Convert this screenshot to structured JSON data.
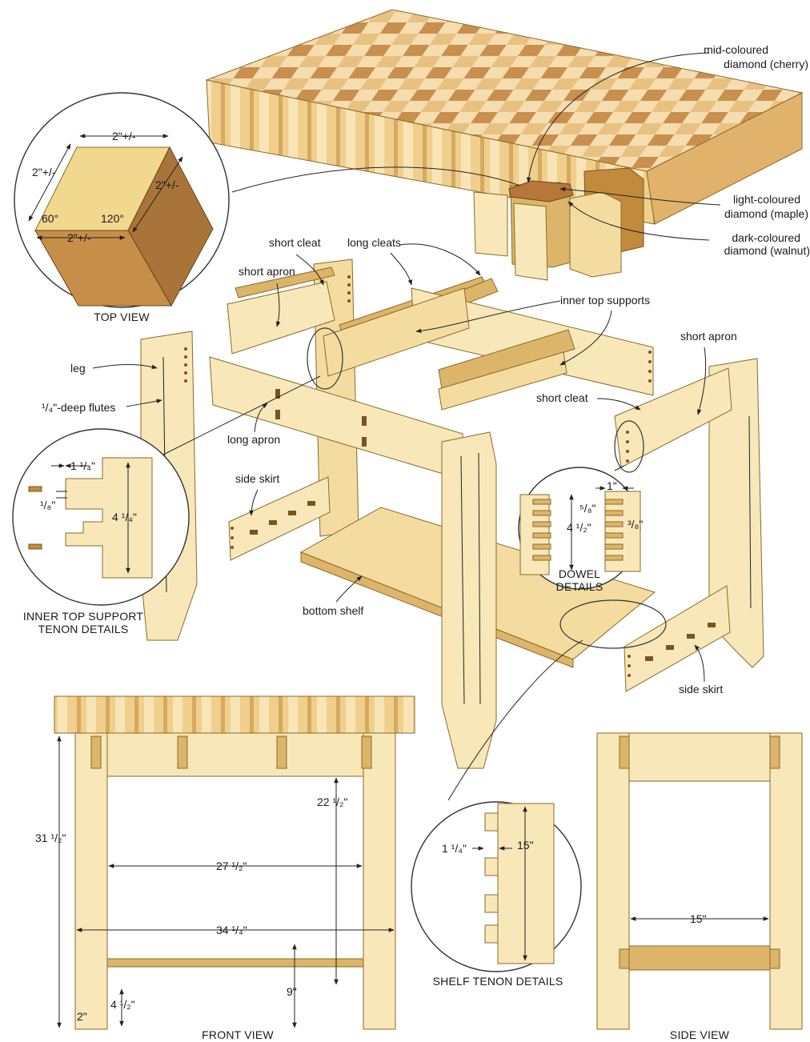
{
  "labels": {
    "cherry": [
      "mid-coloured",
      "diamond (cherry)"
    ],
    "maple": [
      "light-coloured",
      "diamond (maple)"
    ],
    "walnut": [
      "dark-coloured",
      "diamond (walnut)"
    ],
    "short_cleat_top": "short cleat",
    "long_cleats": "long cleats",
    "short_apron_left": "short apron",
    "inner_top_supports": "inner top supports",
    "short_apron_right": "short apron",
    "leg": "leg",
    "flutes": "¹/₄\"-deep flutes",
    "short_cleat_right": "short cleat",
    "long_apron": "long apron",
    "side_skirt_left": "side skirt",
    "bottom_shelf": "bottom shelf",
    "side_skirt_right": "side skirt"
  },
  "captions": {
    "top_view": "TOP VIEW",
    "inner_tenon": [
      "INNER TOP SUPPORT",
      "TENON DETAILS"
    ],
    "dowel": [
      "DOWEL",
      "DETAILS"
    ],
    "shelf_tenon": "SHELF TENON DETAILS",
    "front_view": "FRONT VIEW",
    "side_view": "SIDE VIEW"
  },
  "dimensions": {
    "top_view": {
      "top": "2\"+/-",
      "left": "2\"+/-",
      "right": "2\"+/-",
      "bottom": "2\"+/-",
      "angle_left": "60°",
      "angle_right": "120°"
    },
    "inner_tenon": {
      "depth": "1 ¹/₄\"",
      "gap": "¹/₈\"",
      "height": "4 ¹/₄\""
    },
    "dowel": {
      "depth": "1\"",
      "spacing": "⁵/₈\"",
      "height": "4 ¹/₂\"",
      "dia": "³/₈\""
    },
    "shelf_tenon": {
      "depth": "1 ¹/₄\"",
      "height": "15\""
    },
    "front_view": {
      "overall_height": "31 ¹/₂\"",
      "leg_height": "22 ¹/₂\"",
      "inner_width": "27 ¹/₂\"",
      "overall_width": "34 ¹/₄\"",
      "shelf_height": "9\"",
      "leg_width": "2\"",
      "taper": "4 ¹/₂\""
    },
    "side_view": {
      "width": "15\""
    }
  }
}
